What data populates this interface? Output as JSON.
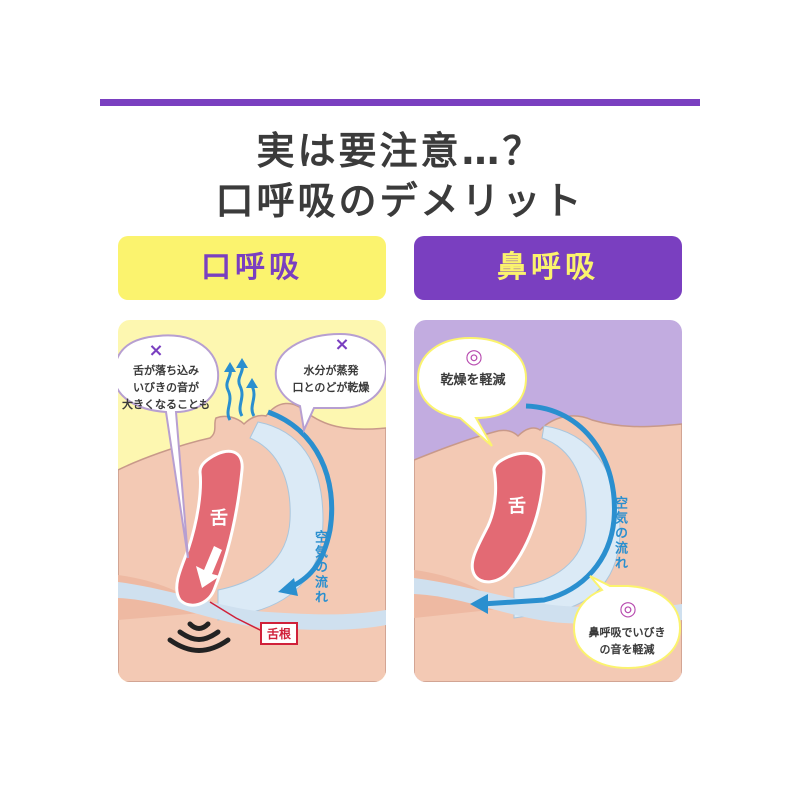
{
  "header": {
    "line1": "実は要注意…？",
    "line2": "口呼吸のデメリット"
  },
  "colors": {
    "purple": "#7a3fc0",
    "yellow": "#fbf36e",
    "skin": "#f3c9b4",
    "tongue": "#e36a74",
    "airflow": "#2a8fcf",
    "warning": "#d0213a"
  },
  "mouth_panel": {
    "title": "口呼吸",
    "bubble_snore": {
      "mark": "×",
      "line1": "舌が落ち込み",
      "line2": "いびきの音が",
      "line3": "大きくなることも"
    },
    "bubble_dry": {
      "mark": "×",
      "line1": "水分が蒸発",
      "line2": "口とのどが乾燥"
    },
    "tongue_label": "舌",
    "airflow_label": "空気の流れ",
    "root_label": "舌根",
    "icons": [
      "evaporation-arrows-icon",
      "snore-sound-waves-icon",
      "tongue-drop-arrow-icon"
    ]
  },
  "nose_panel": {
    "title": "鼻呼吸",
    "bubble_dry": {
      "mark": "◎",
      "line1": "乾燥を軽減"
    },
    "bubble_snore": {
      "mark": "◎",
      "line1": "鼻呼吸でいびき",
      "line2": "の音を軽減"
    },
    "tongue_label": "舌",
    "airflow_label": "空気の流れ"
  }
}
